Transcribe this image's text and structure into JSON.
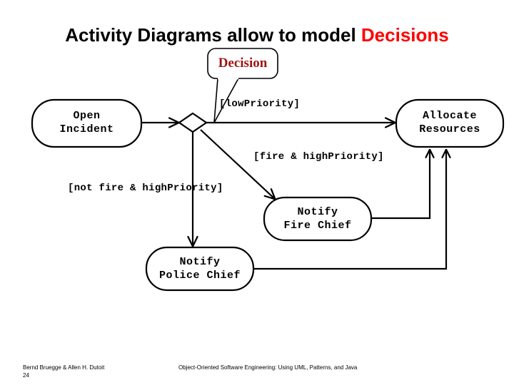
{
  "title": {
    "text_main": "Activity Diagrams allow to model ",
    "text_accent": "Decisions",
    "accent_color": "#ff0000"
  },
  "callout": {
    "label": "Decision",
    "color": "#9e1515"
  },
  "diagram": {
    "type": "uml-activity-diagram",
    "nodes": [
      {
        "id": "open-incident",
        "label": "Open\nIncident",
        "shape": "rounded-action"
      },
      {
        "id": "decision",
        "label": "",
        "shape": "diamond"
      },
      {
        "id": "allocate-resources",
        "label": "Allocate\nResources",
        "shape": "rounded-action"
      },
      {
        "id": "notify-fire-chief",
        "label": "Notify\nFire Chief",
        "shape": "rounded-action"
      },
      {
        "id": "notify-police-chief",
        "label": "Notify\nPolice Chief",
        "shape": "rounded-action"
      }
    ],
    "guards": [
      {
        "id": "guard-low-priority",
        "text": "[lowPriority]"
      },
      {
        "id": "guard-fire-high-priority",
        "text": "[fire & highPriority]"
      },
      {
        "id": "guard-not-fire-high-priority",
        "text": "[not fire & highPriority]"
      }
    ],
    "edges": [
      {
        "from": "open-incident",
        "to": "decision",
        "guard": ""
      },
      {
        "from": "decision",
        "to": "allocate-resources",
        "guard": "[lowPriority]"
      },
      {
        "from": "decision",
        "to": "notify-fire-chief",
        "guard": "[fire & highPriority]"
      },
      {
        "from": "decision",
        "to": "notify-police-chief",
        "guard": "[not fire & highPriority]"
      },
      {
        "from": "notify-fire-chief",
        "to": "allocate-resources",
        "guard": ""
      },
      {
        "from": "notify-police-chief",
        "to": "allocate-resources",
        "guard": ""
      }
    ]
  },
  "labels": {
    "open_incident": "Open\nIncident",
    "allocate_resources": "Allocate\nResources",
    "notify_fire_chief": "Notify\nFire Chief",
    "notify_police_chief": "Notify\nPolice Chief",
    "guard_low": "[lowPriority]",
    "guard_fire_high": "[fire & highPriority]",
    "guard_not_fire_high": "[not fire & highPriority]"
  },
  "footer": {
    "authors": "Bernd Bruegge & Allen H. Dutoit",
    "page": "24",
    "book": "Object-Oriented Software Engineering: Using UML, Patterns, and Java"
  }
}
